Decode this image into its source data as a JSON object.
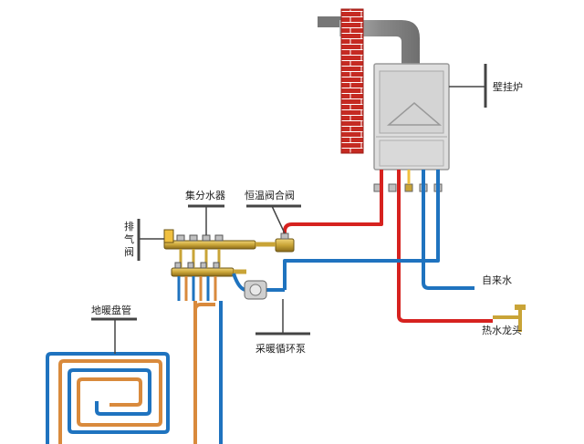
{
  "labels": {
    "boiler": "壁挂炉",
    "manifold": "集分水器",
    "thermostatic_valve": "恒温阀合阀",
    "vent_valve": [
      "排",
      "气",
      "阀"
    ],
    "tap_water": "自来水",
    "hot_water_tap": "热水龙头",
    "floor_coil": "地暖盘管",
    "circulation_pump": "采暖循环泵"
  },
  "colors": {
    "hot_pipe": "#d6221f",
    "cold_pipe": "#1f73bf",
    "floor_pipe": "#d98a3c",
    "chimney": "#c52a22",
    "flue": "#8a8a8a",
    "boiler_body": "#dedede",
    "brass": "#c9a437",
    "leader_line": "#444444"
  }
}
